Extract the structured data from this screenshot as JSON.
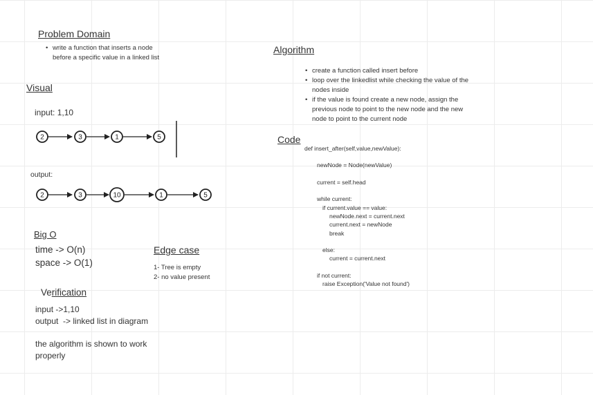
{
  "problem": {
    "heading": "Problem Domain",
    "bullet_line1": "write a function that inserts a node",
    "bullet_line2": "before a specific value in a linked list"
  },
  "visual": {
    "heading": "Visual",
    "input_label": "input: 1,10",
    "input_nodes": [
      "2",
      "3",
      "1",
      "5"
    ],
    "output_label": "output:",
    "output_nodes": [
      "2",
      "3",
      "10",
      "1",
      "5"
    ]
  },
  "bigo": {
    "heading": "Big O",
    "time": "time -> O(n)",
    "space": "space -> O(1)"
  },
  "edge": {
    "heading": "Edge case",
    "item1": "1- Tree is empty",
    "item2": "2- no value present"
  },
  "verification": {
    "heading_prefix": "Ve",
    "heading_rest": "rification",
    "input": "input ->1,10",
    "output": "output  -> linked list in diagram",
    "note_line1": "the algorithm is shown to work",
    "note_line2": "properly"
  },
  "algorithm": {
    "heading": "Algorithm",
    "b1": "create a function called insert before",
    "b2_l1": "loop over the linkedlist while checking the value of the",
    "b2_l2": "nodes inside",
    "b3_l1": "if the value is found create a new node, assign the",
    "b3_l2": "previous node to point to the new node and the new",
    "b3_l3": "node to point to the current node"
  },
  "code": {
    "heading": "Code",
    "lines": [
      "def insert_after(self,value,newValue):",
      "newNode = Node(newValue)",
      "current = self.head",
      "while current:",
      "if current.value == value:",
      "newNode.next = current.next",
      "current.next = newNode",
      "break",
      "else:",
      "current = current.next",
      "if not current:",
      "raise Exception('Value not found')"
    ]
  }
}
